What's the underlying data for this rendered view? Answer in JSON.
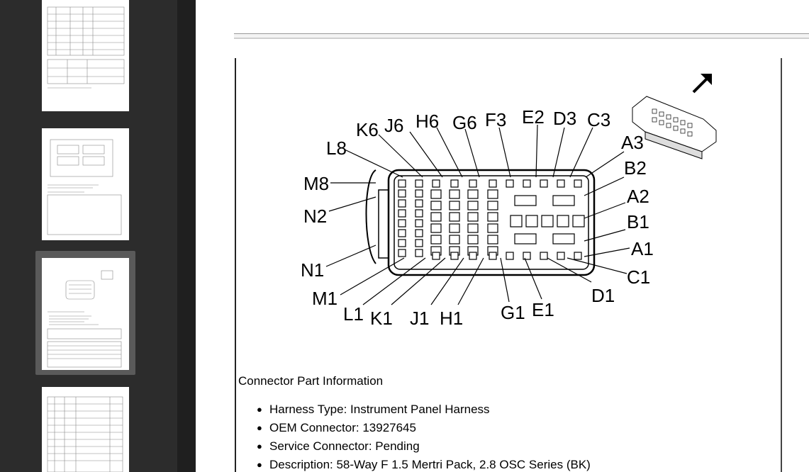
{
  "sidebar": {
    "thumbnails": [
      {
        "name": "page-thumbnail-1",
        "selected": false
      },
      {
        "name": "page-thumbnail-2",
        "selected": false
      },
      {
        "name": "page-thumbnail-3",
        "selected": true
      },
      {
        "name": "page-thumbnail-4",
        "selected": false
      }
    ]
  },
  "diagram": {
    "top_labels": [
      "L8",
      "K6",
      "J6",
      "H6",
      "G6",
      "F3",
      "E2",
      "D3",
      "C3"
    ],
    "left_labels": [
      "M8",
      "N2",
      "N1",
      "M1"
    ],
    "right_labels": [
      "A3",
      "B2",
      "A2",
      "B1",
      "A1",
      "C1"
    ],
    "bottom_labels": [
      "L1",
      "K1",
      "J1",
      "H1",
      "G1",
      "E1",
      "D1"
    ],
    "arrow_icon": "direction-arrow-icon"
  },
  "connector_info": {
    "title": "Connector Part Information",
    "items": [
      "Harness Type: Instrument Panel Harness",
      "OEM Connector: 13927645",
      "Service Connector: Pending",
      "Description: 58-Way F 1.5 Mertri Pack, 2.8 OSC Series (BK)"
    ]
  }
}
